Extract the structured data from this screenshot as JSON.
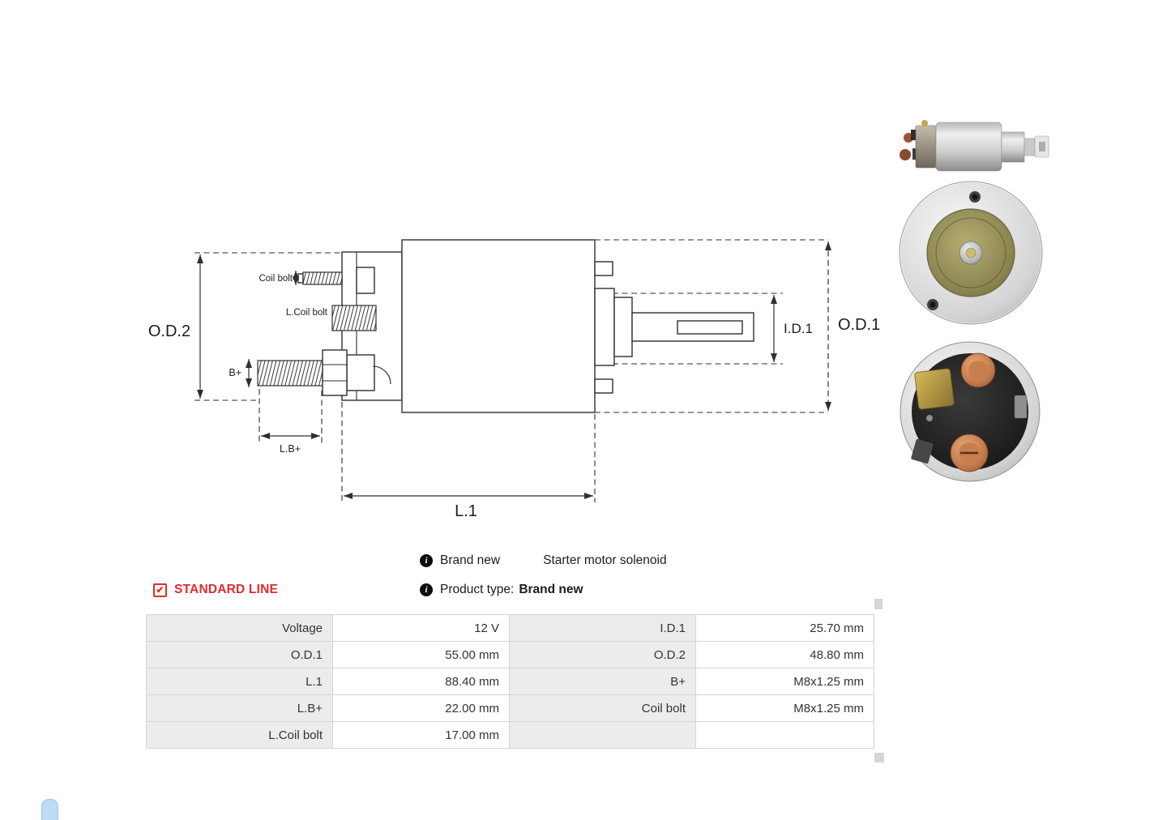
{
  "diagram": {
    "labels": {
      "od2": "O.D.2",
      "coil_bolt": "Coil bolt",
      "l_coil_bolt": "L.Coil bolt",
      "b_plus": "B+",
      "l_b_plus": "L.B+",
      "l1": "L.1",
      "id1": "I.D.1",
      "od1": "O.D.1"
    }
  },
  "info": {
    "icons": {
      "info": "i",
      "check": "✔"
    },
    "line1": {
      "condition": "Brand new",
      "product_name": "Starter motor solenoid"
    },
    "line2": {
      "standard_line": "STANDARD LINE",
      "product_type_label": "Product type:",
      "product_type_value": "Brand new"
    }
  },
  "colors": {
    "accent_red": "#e32b2b",
    "drawing_line": "#2f2f2f",
    "table_label_bg": "#ececec",
    "table_border": "#d4d4d4"
  },
  "spec_table": {
    "rows": [
      [
        "Voltage",
        "12 V",
        "I.D.1",
        "25.70 mm"
      ],
      [
        "O.D.1",
        "55.00 mm",
        "O.D.2",
        "48.80 mm"
      ],
      [
        "L.1",
        "88.40 mm",
        "B+",
        "M8x1.25 mm"
      ],
      [
        "L.B+",
        "22.00 mm",
        "Coil bolt",
        "M8x1.25 mm"
      ],
      [
        "L.Coil bolt",
        "17.00 mm",
        "",
        ""
      ]
    ]
  }
}
